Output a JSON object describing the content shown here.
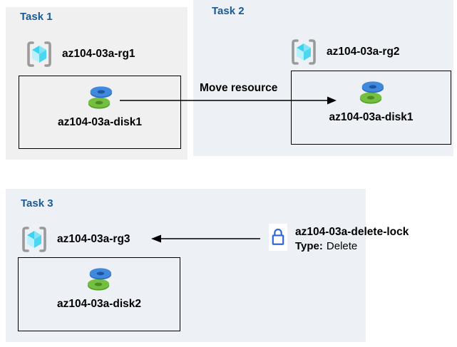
{
  "tasks": [
    {
      "title": "Task 1",
      "resource_group": "az104-03a-rg1",
      "disk": "az104-03a-disk1"
    },
    {
      "title": "Task 2",
      "resource_group": "az104-03a-rg2",
      "disk": "az104-03a-disk1"
    },
    {
      "title": "Task 3",
      "resource_group": "az104-03a-rg3",
      "disk": "az104-03a-disk2"
    }
  ],
  "arrows": {
    "move_label": "Move resource"
  },
  "lock": {
    "name": "az104-03a-delete-lock",
    "type_label": "Type:",
    "type_value": "Delete"
  },
  "icons": {
    "resource_group": "resource-group-icon",
    "disk": "disk-icon",
    "lock": "lock-icon"
  },
  "colors": {
    "task_title": "#1a5a96",
    "panel1_bg": "#f0f0f0",
    "panel2_bg": "#edf1f6",
    "panel3_bg": "#edf1f6",
    "arrow": "#000000",
    "lock_blue": "#2f66d6",
    "disk_blue": "#4189dd",
    "disk_green": "#74bf3f",
    "cube_cyan": "#4cd6f2",
    "bracket_gray": "#9a9a9a"
  }
}
